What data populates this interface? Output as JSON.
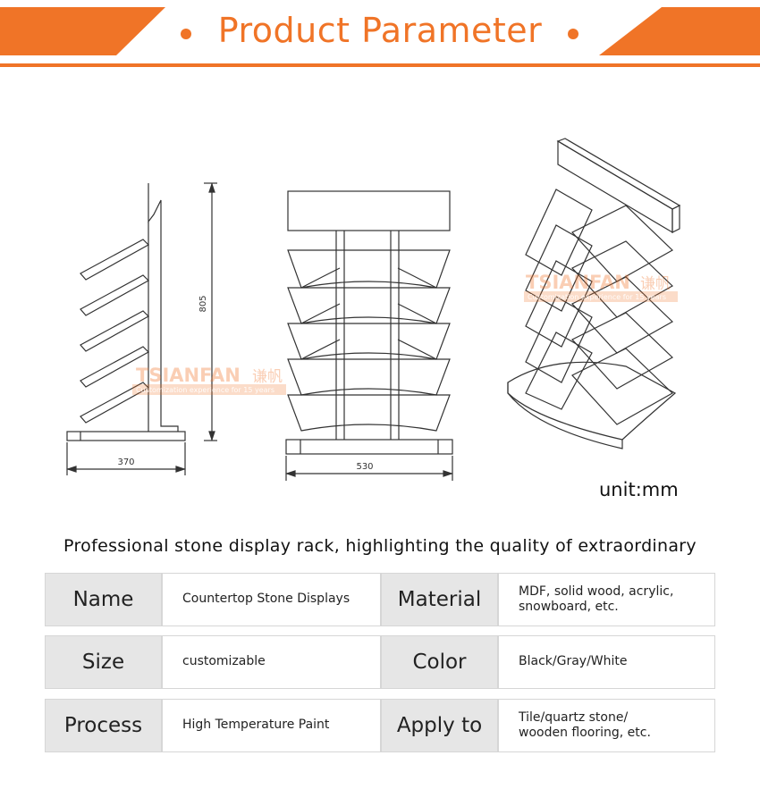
{
  "header": {
    "title": "Product Parameter",
    "accent_color": "#f07427"
  },
  "drawings": {
    "side_view": {
      "height_label": "805",
      "width_label": "370"
    },
    "front_view": {
      "width_label": "530"
    },
    "watermark": {
      "brand": "TSIANFAN",
      "brand_cn": "谦帆",
      "tagline": "Customization experience for 15 years"
    },
    "unit_label": "unit:mm"
  },
  "tagline": "Professional stone display rack, highlighting the quality of extraordinary",
  "specs": [
    {
      "label_a": "Name",
      "value_a": "Countertop Stone Displays",
      "label_b": "Material",
      "value_b": "MDF, solid wood, acrylic,\nsnowboard, etc."
    },
    {
      "label_a": "Size",
      "value_a": "customizable",
      "label_b": "Color",
      "value_b": "Black/Gray/White"
    },
    {
      "label_a": "Process",
      "value_a": "High Temperature Paint",
      "label_b": "Apply to",
      "value_b": "Tile/quartz stone/\nwooden flooring, etc."
    }
  ]
}
